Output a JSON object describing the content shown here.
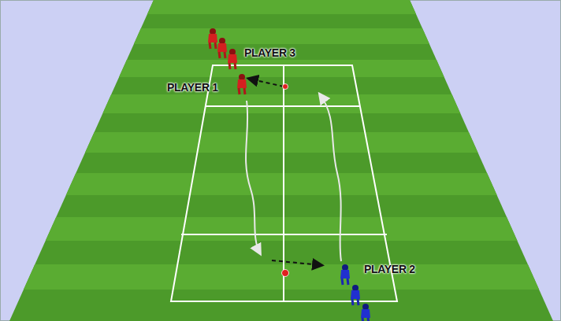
{
  "diagram": {
    "labels": [
      "PLAYER 3",
      "PLAYER 1",
      "PLAYER 2"
    ]
  }
}
